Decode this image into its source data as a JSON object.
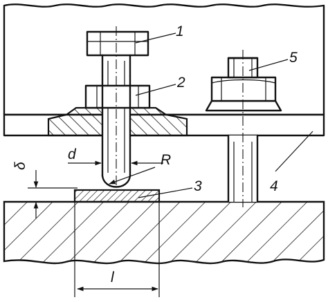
{
  "figure": {
    "callouts": [
      {
        "id": "bolt",
        "text": "1"
      },
      {
        "id": "nut",
        "text": "2"
      },
      {
        "id": "shim",
        "text": "3"
      },
      {
        "id": "clamp-plate",
        "text": "4"
      },
      {
        "id": "stud-nut",
        "text": "5"
      }
    ],
    "dimensions": {
      "diameter": "d",
      "radius": "R",
      "gap": "δ",
      "length": "l"
    }
  }
}
